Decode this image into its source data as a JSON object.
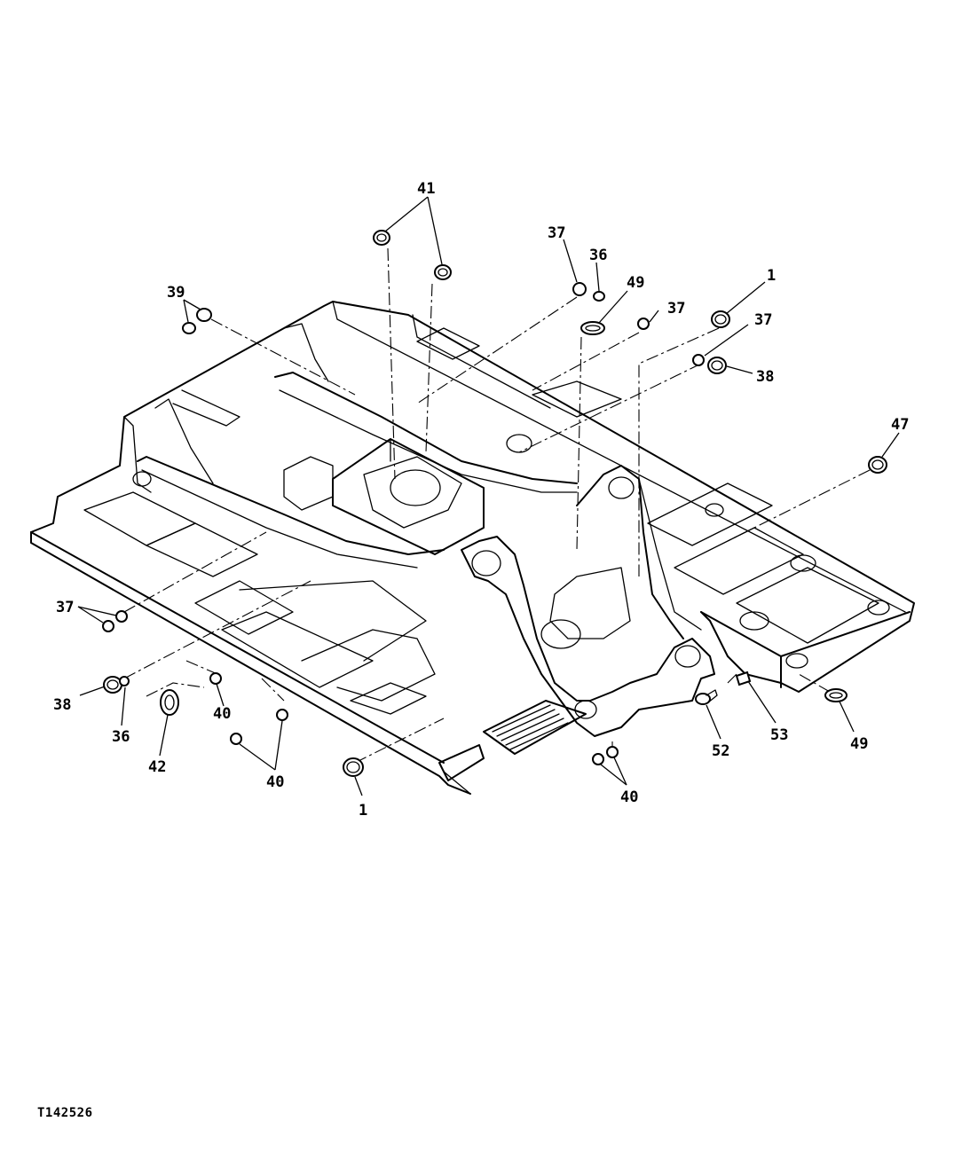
{
  "figure": {
    "reference_code": "T142526",
    "callouts": {
      "c41_top": "41",
      "c37_top": "37",
      "c36_top": "36",
      "c49_top": "49",
      "c37_mid": "37",
      "c1_top": "1",
      "c39": "39",
      "c37_right": "37",
      "c38_right": "38",
      "c47": "47",
      "c37_left": "37",
      "c38_left": "38",
      "c36_left": "36",
      "c42": "42",
      "c40_a": "40",
      "c40_b": "40",
      "c1_bottom": "1",
      "c40_c": "40",
      "c52": "52",
      "c53": "53",
      "c49_bottom": "49"
    }
  }
}
